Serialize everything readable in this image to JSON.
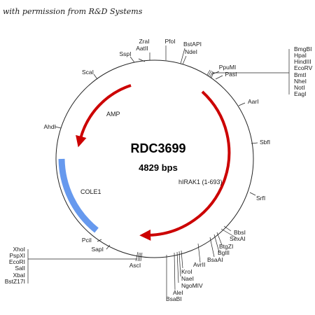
{
  "credit": "with permission from R&D Systems",
  "plasmid": {
    "name": "RDC3699",
    "size": "4829 bps"
  },
  "features": [
    {
      "id": "amp",
      "label": "AMP",
      "color": "#cc0000"
    },
    {
      "id": "hirak1",
      "label": "hIRAK1 (1-693)",
      "color": "#cc0000"
    },
    {
      "id": "cole1",
      "label": "COLE1",
      "color": "#6699ee"
    }
  ],
  "sites": {
    "zrai": "ZraI",
    "aatii": "AatII",
    "sspi": "SspI",
    "pfoi": "PfoI",
    "bstapi": "BstAPI",
    "ndei": "NdeI",
    "ppumi": "PpuMI",
    "pasi": "PasI",
    "scai": "ScaI",
    "aari": "AarI",
    "ahdi": "AhdI",
    "sbfi": "SbfI",
    "srfi": "SrfI",
    "bbsi": "BbsI",
    "sexai": "SexAI",
    "btgzi": "BtgZI",
    "bglii": "BglII",
    "bsaai": "BsaAI",
    "avrii": "AvrII",
    "kroi": "KroI",
    "naei": "NaeI",
    "ngomiv": "NgoMIV",
    "alei": "AleI",
    "bsabi": "BsaBI",
    "pcii": "PciI",
    "sapi": "SapI",
    "asci": "AscI"
  },
  "mcs_right": [
    "BmgBI",
    "HpaI",
    "HindIII",
    "EcoRV",
    "BmtI",
    "NheI",
    "NotI",
    "EagI"
  ],
  "mcs_left": [
    "XhoI",
    "PspXI",
    "EcoRI",
    "SalI",
    "XbaI",
    "BstZ17I"
  ]
}
